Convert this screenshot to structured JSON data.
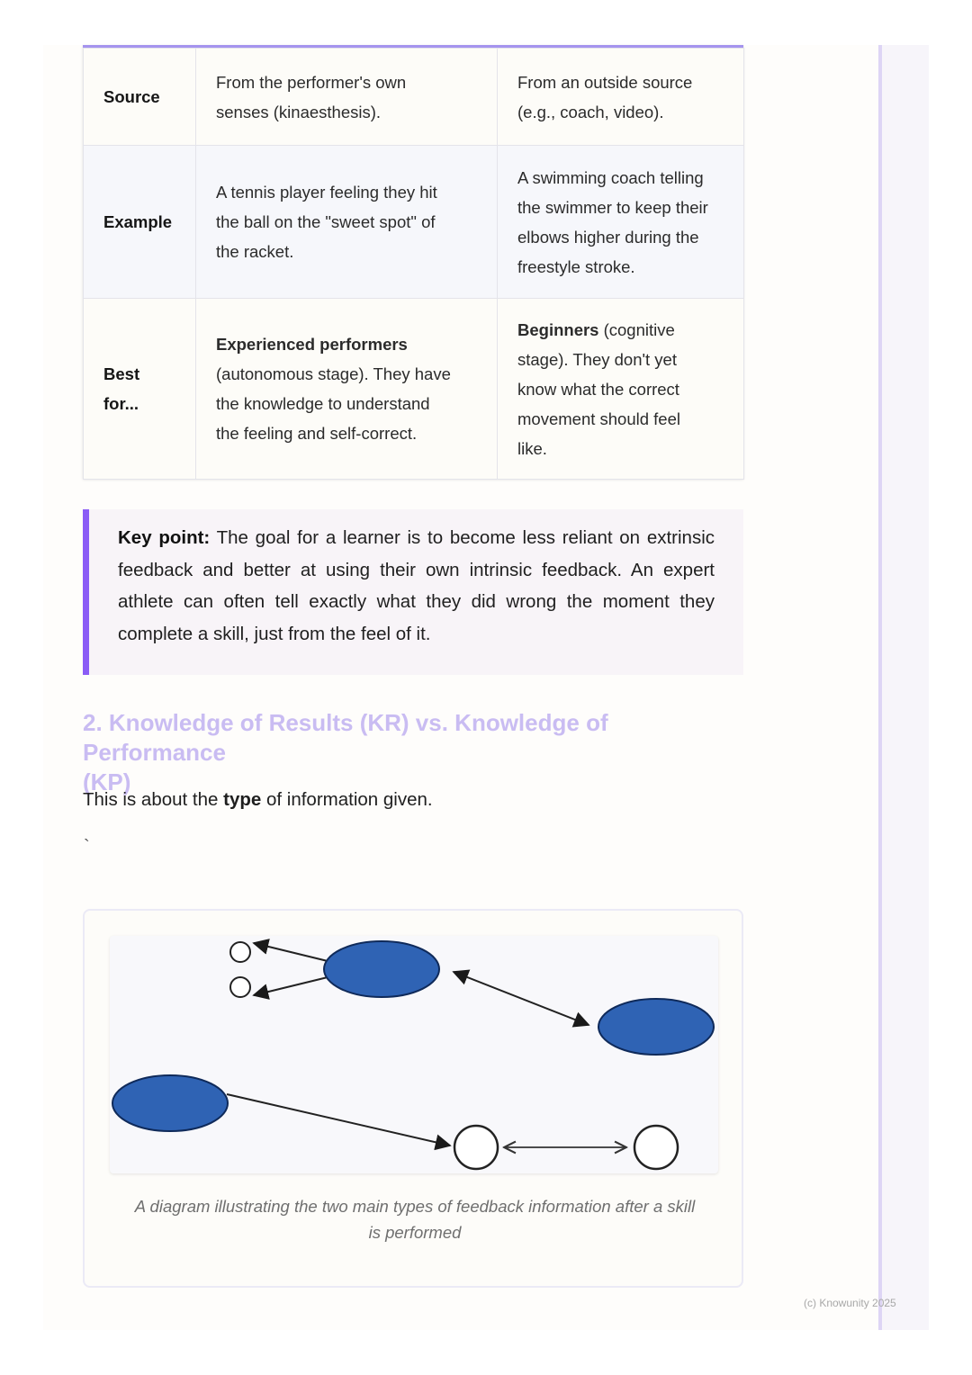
{
  "table": {
    "rows": [
      {
        "label": "Source",
        "intrinsic": [
          "From the performer's own",
          "senses (kinaesthesis)."
        ],
        "extrinsic": [
          "From an outside source",
          "(e.g., coach, video)."
        ]
      },
      {
        "label": "Example",
        "intrinsic": [
          "A tennis player feeling they hit",
          "the ball on the \"sweet spot\" of",
          "the racket."
        ],
        "extrinsic": [
          "A swimming coach telling",
          "the swimmer to keep their",
          "elbows higher during the",
          "freestyle stroke."
        ]
      },
      {
        "label_lines": [
          "Best",
          "for..."
        ],
        "intrinsic_bold": "Experienced performers",
        "intrinsic": [
          "(autonomous stage). They have",
          "the knowledge to understand",
          "the feeling and self-correct."
        ],
        "extrinsic_bold": "Beginners",
        "extrinsic_after_bold": " (cognitive",
        "extrinsic": [
          "stage). They don't yet",
          "know what the correct",
          "movement should feel",
          "like."
        ]
      }
    ]
  },
  "callout": {
    "label": "Key point:",
    "text": " The goal for a learner is to become less reliant on extrinsic feedback and better at using their own intrinsic feedback. An expert athlete can often tell exactly what they did wrong the moment they complete a skill, just from the feel of it."
  },
  "section": {
    "heading_lines": [
      "2. Knowledge of Results (KR) vs. Knowledge of Performance",
      "(KP)"
    ],
    "para_before": "This is about the ",
    "para_bold": "type",
    "para_after": " of information given.",
    "tick": "`"
  },
  "figure": {
    "caption_lines": [
      "A diagram illustrating the two main types of feedback information after a skill",
      "is performed"
    ],
    "colors": {
      "ellipse_fill": "#2f63b4",
      "ellipse_stroke": "#0f2a5a",
      "line": "#222222"
    }
  },
  "footer": "(c) Knowunity 2025",
  "colors": {
    "accent": "#8b5cf6",
    "heading": "#c9bcf2"
  }
}
